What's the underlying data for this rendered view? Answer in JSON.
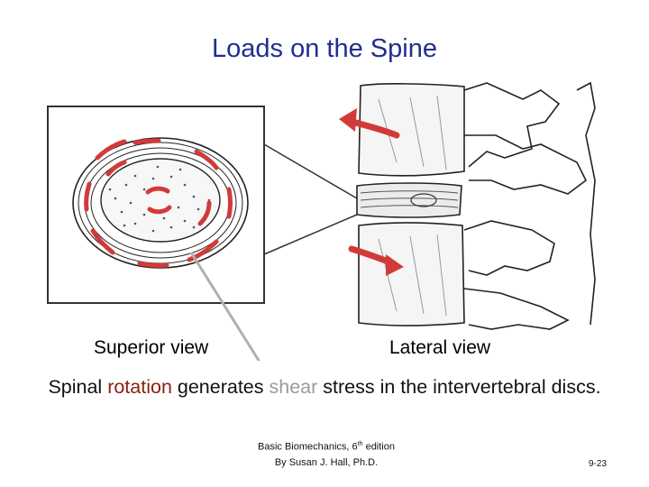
{
  "slide": {
    "title": "Loads on the Spine",
    "caption_left": "Superior view",
    "caption_right": "Lateral view",
    "statement": {
      "part1": "Spinal ",
      "highlight_rotation": "rotation",
      "part2": " generates ",
      "highlight_shear": "shear",
      "part3": " stress in the intervertebral discs."
    },
    "credit": {
      "line1_pre": "Basic Biomechanics, 6",
      "line1_sup": "th",
      "line1_post": " edition",
      "line2": "By Susan J. Hall, Ph.D."
    },
    "page_number": "9-23"
  },
  "colors": {
    "title": "#1f2f8f",
    "arrow_red": "#d23a3a",
    "rotation_text": "#8b1e12",
    "shear_text": "#9a9a9a",
    "pointer_line": "#b0b0b0"
  }
}
